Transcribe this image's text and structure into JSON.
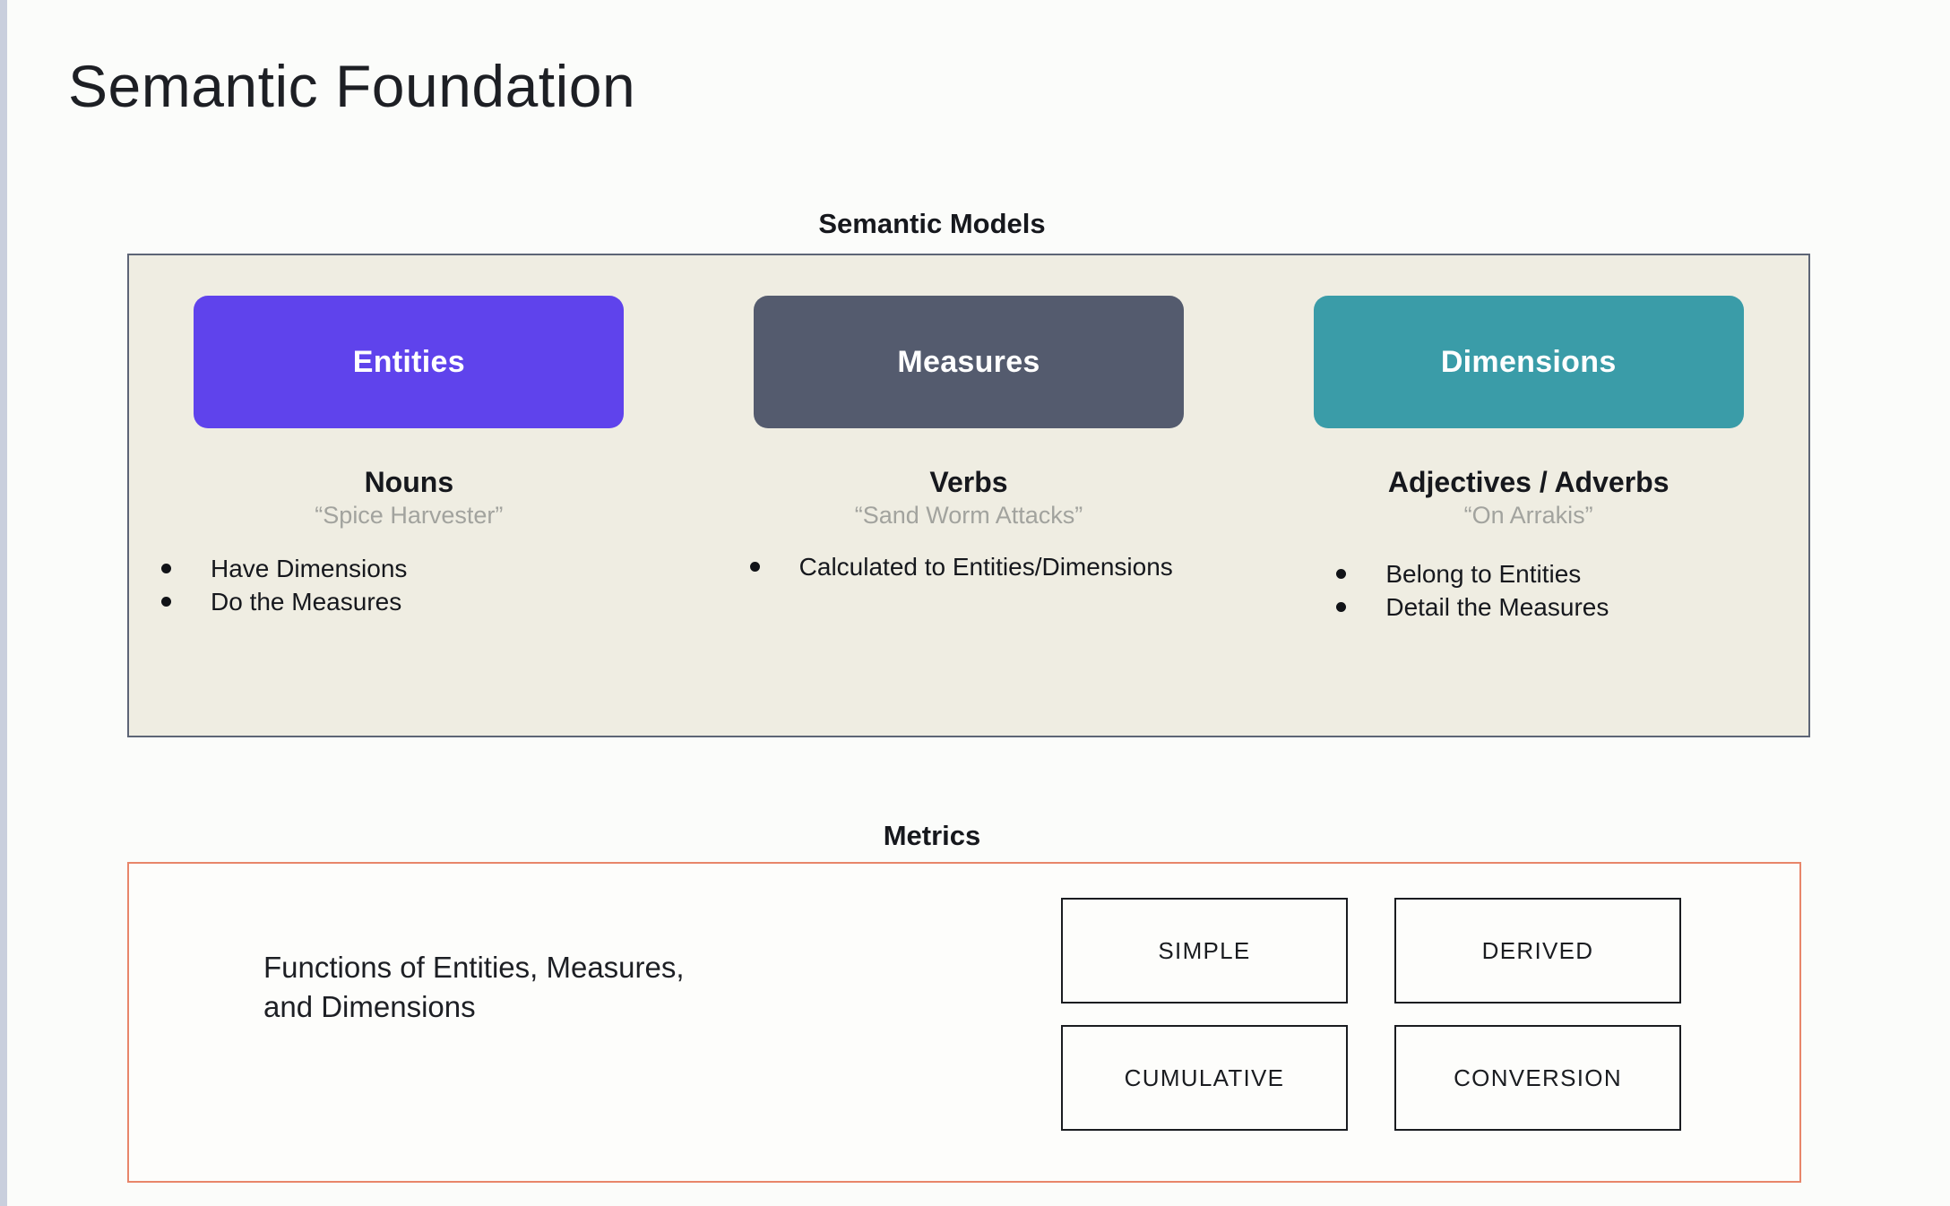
{
  "slide": {
    "title": "Semantic Foundation"
  },
  "semantic_models": {
    "heading": "Semantic Models",
    "columns": [
      {
        "chip_label": "Entities",
        "chip_color": "#5F43EC",
        "part_of_speech": "Nouns",
        "example": "“Spice Harvester”",
        "bullets": [
          "Have Dimensions",
          "Do the Measures"
        ]
      },
      {
        "chip_label": "Measures",
        "chip_color": "#545B6E",
        "part_of_speech": "Verbs",
        "example": "“Sand Worm Attacks”",
        "bullets": [
          "Calculated to Entities/Dimensions"
        ]
      },
      {
        "chip_label": "Dimensions",
        "chip_color": "#3A9CA8",
        "part_of_speech": "Adjectives / Adverbs",
        "example": "“On Arrakis”",
        "bullets": [
          "Belong to Entities",
          "Detail the Measures"
        ]
      }
    ],
    "panel_background": "#EFEDE2",
    "panel_border": "#5D6576"
  },
  "metrics": {
    "heading": "Metrics",
    "description_line1": "Functions of Entities, Measures,",
    "description_line2": "and Dimensions",
    "types": [
      "SIMPLE",
      "DERIVED",
      "CUMULATIVE",
      "CONVERSION"
    ],
    "panel_border": "#E8866A"
  }
}
